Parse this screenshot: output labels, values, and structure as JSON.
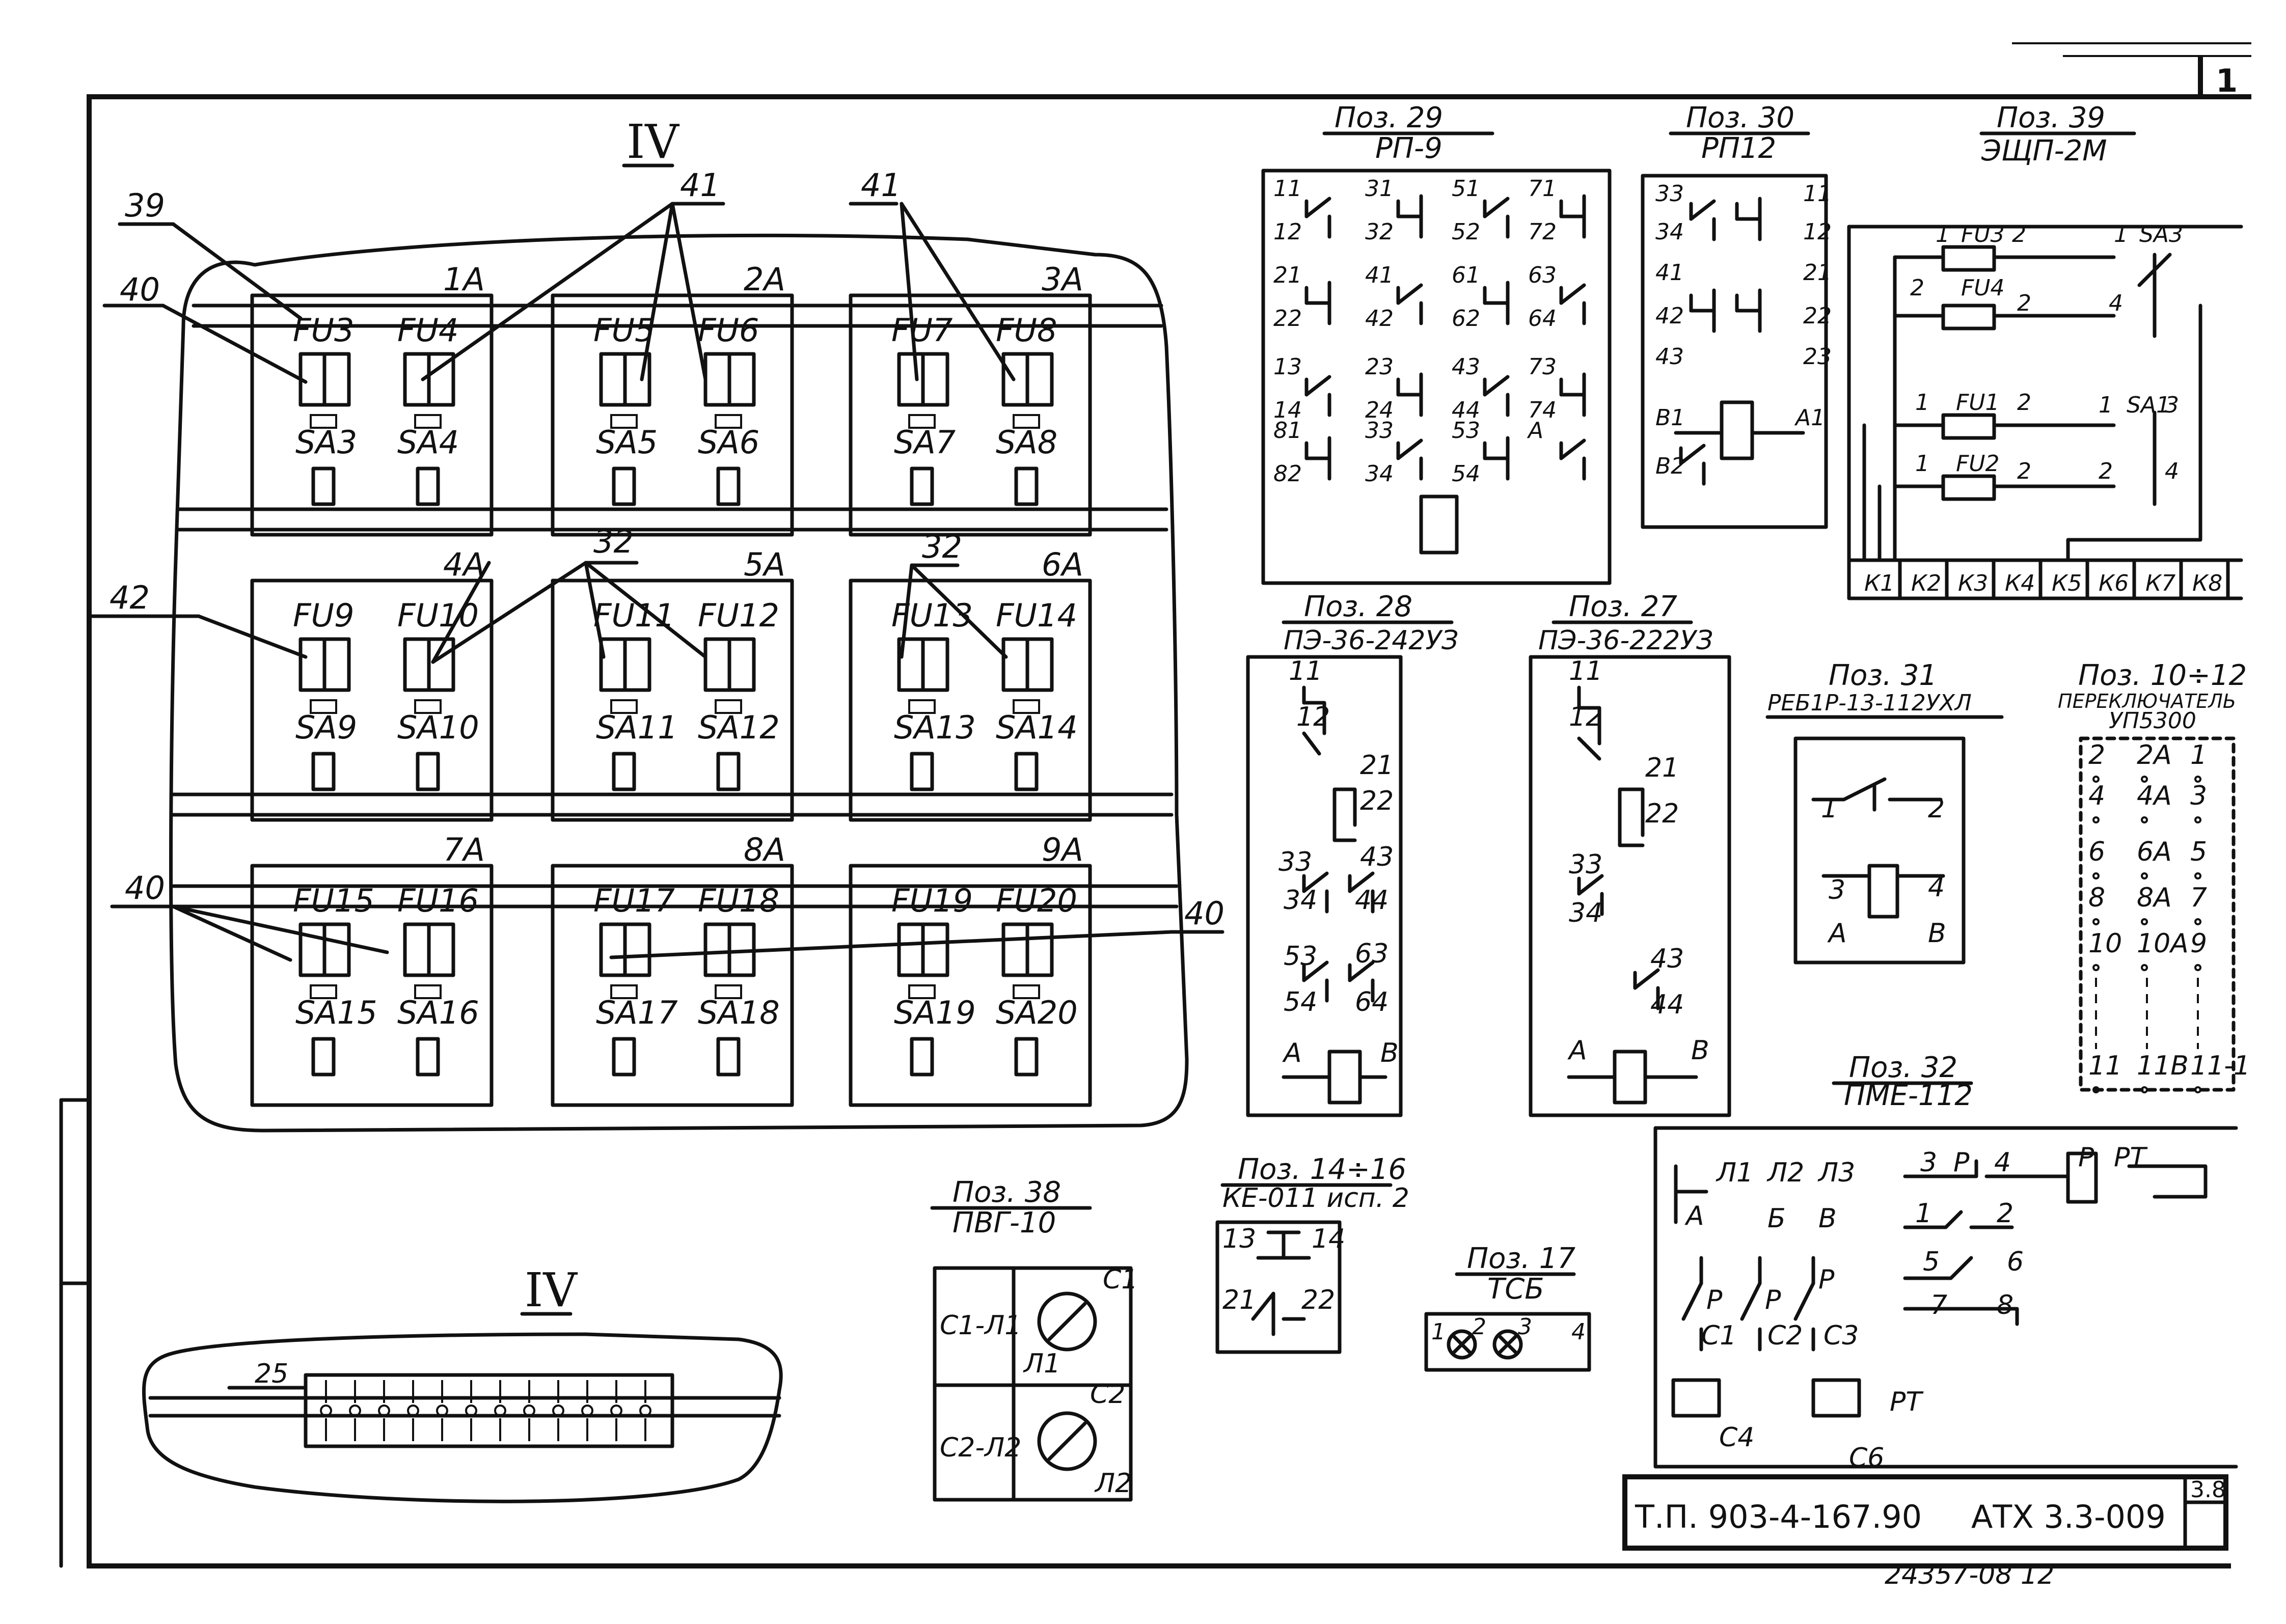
{
  "sheet": {
    "corner_number": "1",
    "view_label_top": "IV",
    "view_label_bottom": "IV",
    "stamp_code": "Т.П. 903-4-167.90",
    "stamp_suffix": "АТХ 3.3-009",
    "under_stamp": "24357-08   12",
    "stamp_box": "3.8"
  },
  "panel": {
    "leaders": {
      "l39": "39",
      "l40a": "40",
      "l41a": "41",
      "l41b": "41",
      "l42": "42",
      "l32a": "32",
      "l32b": "32",
      "l40b": "40",
      "l40c": "40"
    },
    "modules": [
      {
        "id": "1A",
        "fa": "FU3",
        "fb": "FU4",
        "sa": "SA3",
        "sb": "SA4"
      },
      {
        "id": "2A",
        "fa": "FU5",
        "fb": "FU6",
        "sa": "SA5",
        "sb": "SA6"
      },
      {
        "id": "3A",
        "fa": "FU7",
        "fb": "FU8",
        "sa": "SA7",
        "sb": "SA8"
      },
      {
        "id": "4A",
        "fa": "FU9",
        "fb": "FU10",
        "sa": "SA9",
        "sb": "SA10"
      },
      {
        "id": "5A",
        "fa": "FU11",
        "fb": "FU12",
        "sa": "SA11",
        "sb": "SA12"
      },
      {
        "id": "6A",
        "fa": "FU13",
        "fb": "FU14",
        "sa": "SA13",
        "sb": "SA14"
      },
      {
        "id": "7A",
        "fa": "FU15",
        "fb": "FU16",
        "sa": "SA15",
        "sb": "SA16"
      },
      {
        "id": "8A",
        "fa": "FU17",
        "fb": "FU18",
        "sa": "SA17",
        "sb": "SA18"
      },
      {
        "id": "9A",
        "fa": "FU19",
        "fb": "FU20",
        "sa": "SA19",
        "sb": "SA20"
      }
    ]
  },
  "terminal": {
    "label": "25"
  },
  "pos29": {
    "title": "Поз. 29",
    "model": "РП-9",
    "contacts": [
      "11",
      "12",
      "31",
      "32",
      "51",
      "52",
      "71",
      "72",
      "21",
      "22",
      "41",
      "42",
      "61",
      "62",
      "63",
      "64",
      "13",
      "14",
      "23",
      "24",
      "43",
      "44",
      "73",
      "74",
      "81",
      "82",
      "33",
      "34",
      "53",
      "54",
      "А"
    ]
  },
  "pos30": {
    "title": "Поз. 30",
    "model": "РП12",
    "contacts": [
      "33",
      "34",
      "41",
      "42",
      "43",
      "11",
      "12",
      "21",
      "22",
      "23",
      "В1",
      "В2",
      "А1"
    ]
  },
  "pos39": {
    "title": "Поз. 39",
    "model": "ЭЩП-2М",
    "labels": [
      "1",
      "FU3",
      "2",
      "1",
      "SA3",
      "FU4",
      "2",
      "2",
      "4",
      "1",
      "FU1",
      "2",
      "1",
      "SA1",
      "3",
      "1",
      "FU2",
      "2",
      "2",
      "4"
    ],
    "terminals": [
      "К1",
      "К2",
      "К3",
      "К4",
      "К5",
      "К6",
      "К7",
      "К8"
    ]
  },
  "pos28": {
    "title": "Поз. 28",
    "model": "ПЭ-36-242УЗ",
    "contacts": [
      "11",
      "12",
      "21",
      "22",
      "33",
      "43",
      "34",
      "44",
      "53",
      "63",
      "54",
      "64",
      "А",
      "В"
    ]
  },
  "pos27": {
    "title": "Поз. 27",
    "model": "ПЭ-36-222УЗ",
    "contacts": [
      "11",
      "12",
      "21",
      "22",
      "33",
      "34",
      "43",
      "44",
      "А",
      "В"
    ]
  },
  "pos31": {
    "title": "Поз. 31",
    "model": "РЕБ1Р-13-112УХЛ",
    "contacts": [
      "1",
      "2",
      "3",
      "4",
      "А",
      "В"
    ]
  },
  "pos1012": {
    "title": "Поз. 10÷12",
    "model": "ПЕРЕКЛЮЧАТЕЛЬ",
    "sub": "УП5300",
    "rows": [
      [
        "2",
        "2А",
        "1"
      ],
      [
        "4",
        "4А",
        "3"
      ],
      [
        "6",
        "6А",
        "5"
      ],
      [
        "8",
        "8А",
        "7"
      ],
      [
        "10",
        "10А",
        "9"
      ],
      [
        "11",
        "11В",
        "11-1"
      ]
    ]
  },
  "pos32": {
    "title": "Поз. 32",
    "model": "ПМЕ-112",
    "contacts": [
      "Л1",
      "Л2",
      "Л3",
      "А",
      "Б",
      "В",
      "Р",
      "Р",
      "Р",
      "С1",
      "С2",
      "С3",
      "С4",
      "С6",
      "РТ",
      "3",
      "Р",
      "4",
      "1",
      "2",
      "5",
      "6",
      "7",
      "8",
      "Р",
      "РТ"
    ]
  },
  "pos38": {
    "title": "Поз. 38",
    "model": "ПВГ-10",
    "contacts": [
      "С1-Л1",
      "С2-Л2",
      "С1",
      "Л1",
      "С2",
      "Л2"
    ]
  },
  "pos1416": {
    "title": "Поз. 14÷16",
    "model": "КЕ-011 исп. 2",
    "contacts": [
      "13",
      "14",
      "21",
      "22"
    ]
  },
  "pos17": {
    "title": "Поз. 17",
    "model": "ТСБ",
    "contacts": [
      "1",
      "2",
      "3",
      "4"
    ]
  }
}
